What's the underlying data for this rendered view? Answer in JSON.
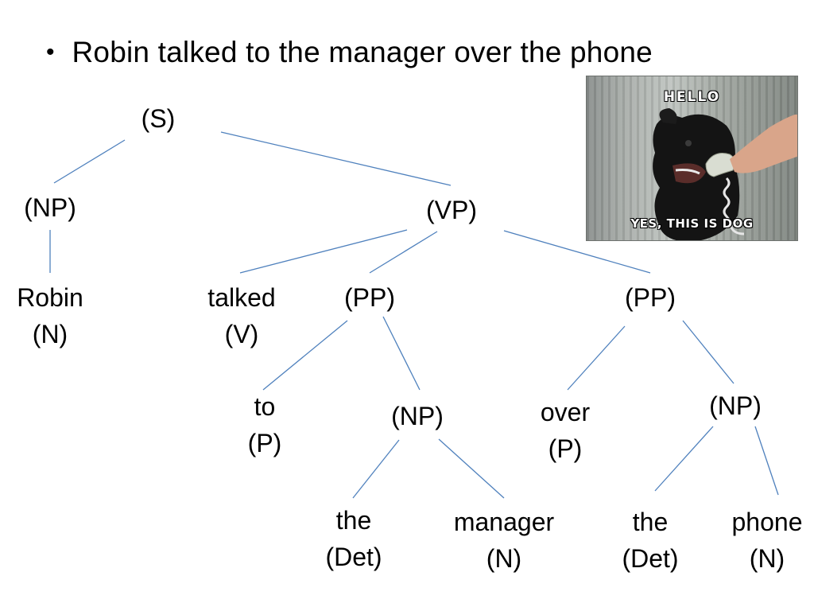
{
  "slide": {
    "bullet": "Robin talked to the manager over the phone"
  },
  "tree": {
    "s": "(S)",
    "np_subject": "(NP)",
    "vp": "(VP)",
    "robin_word": "Robin",
    "robin_tag": "(N)",
    "talked_word": "talked",
    "talked_tag": "(V)",
    "pp_to": "(PP)",
    "pp_over": "(PP)",
    "to_word": "to",
    "to_tag": "(P)",
    "np_manager": "(NP)",
    "over_word": "over",
    "over_tag": "(P)",
    "np_phone": "(NP)",
    "the1_word": "the",
    "the1_tag": "(Det)",
    "manager_word": "manager",
    "manager_tag": "(N)",
    "the2_word": "the",
    "the2_tag": "(Det)",
    "phone_word": "phone",
    "phone_tag": "(N)"
  },
  "meme": {
    "top_text": "HELLO",
    "bottom_text": "YES, THIS IS DOG"
  },
  "colors": {
    "edge": "#4f81bd",
    "text": "#000000"
  }
}
